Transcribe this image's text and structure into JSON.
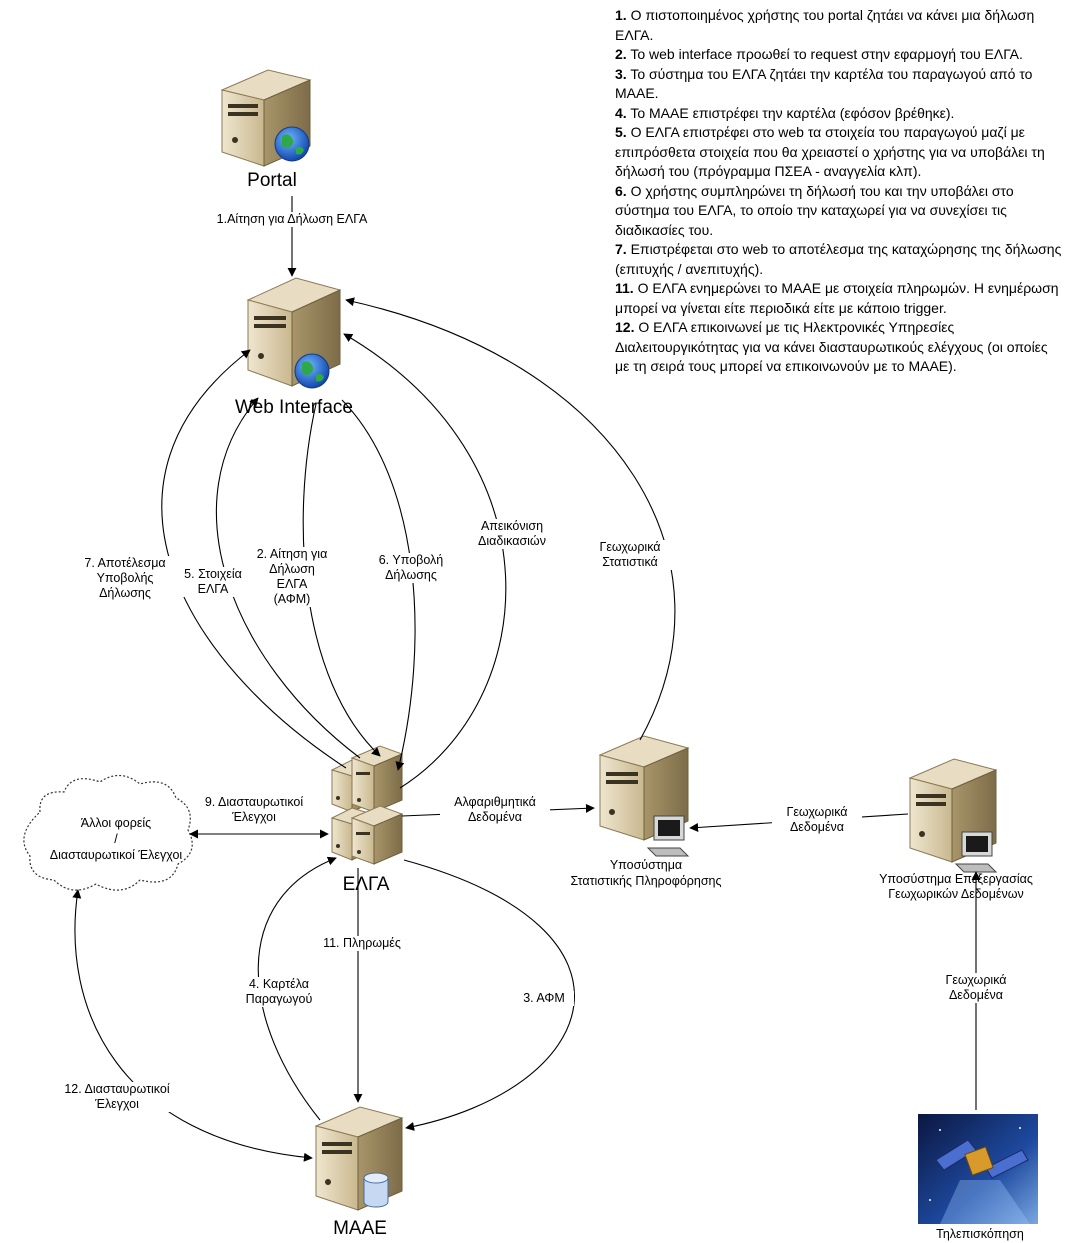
{
  "nodes": {
    "portal": "Portal",
    "web": "Web Interface",
    "elga": "ΕΛΓΑ",
    "maae": "ΜΑΑΕ",
    "stat_l1": "Υποσύστημα",
    "stat_l2": "Στατιστικής Πληροφόρησης",
    "geo_l1": "Υποσύστημα Επεξεργασίας",
    "geo_l2": "Γεωχωρικών Δεδομένων",
    "remote": "Τηλεπισκόπηση",
    "cloud_l1": "Άλλοι φορείς",
    "cloud_l2": "/",
    "cloud_l3": "Διασταυρωτικοί Έλεγχοι"
  },
  "edges": {
    "e1": "1.Αίτηση για Δήλωση ΕΛΓΑ",
    "e2": [
      "2. Αίτηση για",
      "Δήλωση",
      "ΕΛΓΑ",
      "(ΑΦΜ)"
    ],
    "e3": "3. ΑΦΜ",
    "e4": [
      "4. Καρτέλα",
      "Παραγωγού"
    ],
    "e5": [
      "5. Στοιχεία",
      "ΕΛΓΑ"
    ],
    "e6": [
      "6. Υποβολή",
      "Δήλωσης"
    ],
    "e7": [
      "7. Αποτέλεσμα",
      "Υποβολής",
      "Δήλωσης"
    ],
    "e9": [
      "9. Διασταυρωτικοί",
      "Έλεγχοι"
    ],
    "e11": "11. Πληρωμές",
    "e12": [
      "12. Διασταυρωτικοί",
      "Έλεγχοι"
    ],
    "apeik": [
      "Απεικόνιση",
      "Διαδικασιών"
    ],
    "geostat": [
      "Γεωχωρικά",
      "Στατιστικά"
    ],
    "alfa": [
      "Αλφαριθμητικά",
      "Δεδομένα"
    ],
    "geo1": [
      "Γεωχωρικά",
      "Δεδομένα"
    ],
    "geo2": [
      "Γεωχωρικά",
      "Δεδομένα"
    ]
  },
  "legend": [
    {
      "num": "1.",
      "text": "Ο πιστοποιημένος χρήστης του portal ζητάει να κάνει μια δήλωση ΕΛΓΑ."
    },
    {
      "num": "2.",
      "text": "Το web interface προωθεί το request στην εφαρμογή του ΕΛΓΑ."
    },
    {
      "num": "3.",
      "text": "Το σύστημα του ΕΛΓΑ ζητάει την καρτέλα του παραγωγού από το ΜΑΑΕ."
    },
    {
      "num": "4.",
      "text": "Το ΜΑΑΕ επιστρέφει την καρτέλα (εφόσον βρέθηκε)."
    },
    {
      "num": "5.",
      "text": "Ο ΕΛΓΑ επιστρέφει στο web τα στοιχεία του παραγωγού μαζί με επιπρόσθετα στοιχεία που θα χρειαστεί ο χρήστης για να υποβάλει τη δήλωσή του (πρόγραμμα ΠΣΕΑ - αναγγελία κλπ)."
    },
    {
      "num": "6.",
      "text": "Ο χρήστης συμπληρώνει τη δήλωσή του και την υποβάλει στο σύστημα του ΕΛΓΑ, το οποίο την καταχωρεί για να συνεχίσει τις διαδικασίες του."
    },
    {
      "num": "7.",
      "text": "Επιστρέφεται στο web το αποτέλεσμα της καταχώρησης της δήλωσης (επιτυχής / ανεπιτυχής)."
    },
    {
      "num": "11.",
      "text": "Ο ΕΛΓΑ ενημερώνει το ΜΑΑΕ με στοιχεία πληρωμών. Η ενημέρωση μπορεί να γίνεται είτε περιοδικά είτε με κάποιο trigger."
    },
    {
      "num": "12.",
      "text": "Ο ΕΛΓΑ επικοινωνεί με τις Ηλεκτρονικές Υπηρεσίες Διαλειτουργικότητας για να κάνει διασταυρωτικούς ελέγχους (οι οποίες με τη σειρά τους μπορεί να επικοινωνούν με το ΜΑΑΕ)."
    }
  ]
}
